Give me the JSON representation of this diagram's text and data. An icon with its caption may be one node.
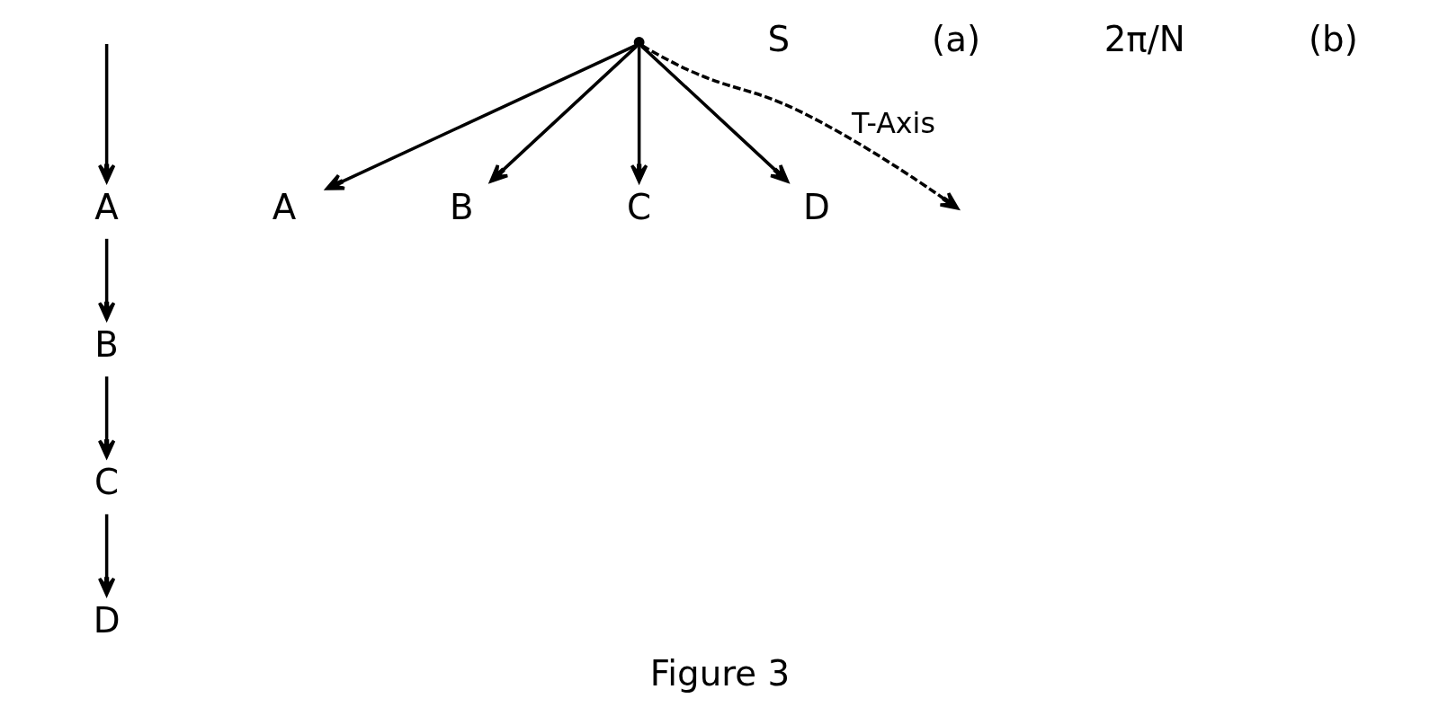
{
  "diagram": {
    "caption": "Figure 3",
    "nodes": [
      {
        "text": [
          "B"
        ]
      },
      {
        "text": [
          "A"
        ]
      },
      {
        "text": [
          "C"
        ]
      },
      {
        "text": [
          "D"
        ]
      },
      {
        "text": [
          "A"
        ]
      },
      {
        "text": [
          "B"
        ]
      },
      {
        "text": [],
        "shape": "point"
      },
      {
        "text": [
          "C"
        ]
      },
      {
        "text": [
          "D"
        ]
      }
    ],
    "edges": [
      {
        "from": null,
        "to": 1,
        "arrow": "to"
      },
      {
        "from": 1,
        "to": 0,
        "arrow": "to"
      },
      {
        "from": 0,
        "to": 2,
        "arrow": "to"
      },
      {
        "from": 2,
        "to": 3,
        "arrow": "to"
      },
      {
        "from": 6,
        "to": 4,
        "arrow": "to"
      },
      {
        "from": 6,
        "to": 5,
        "arrow": "to"
      },
      {
        "from": 6,
        "to": 7,
        "arrow": "to"
      },
      {
        "from": 6,
        "to": 8,
        "arrow": "to"
      },
      {
        "from": 6,
        "to": null,
        "arrow": "to",
        "style": "dashed",
        "label": "T-Axis"
      }
    ],
    "labels": [
      "S",
      "(a)",
      "2π/N",
      "(b)"
    ]
  }
}
